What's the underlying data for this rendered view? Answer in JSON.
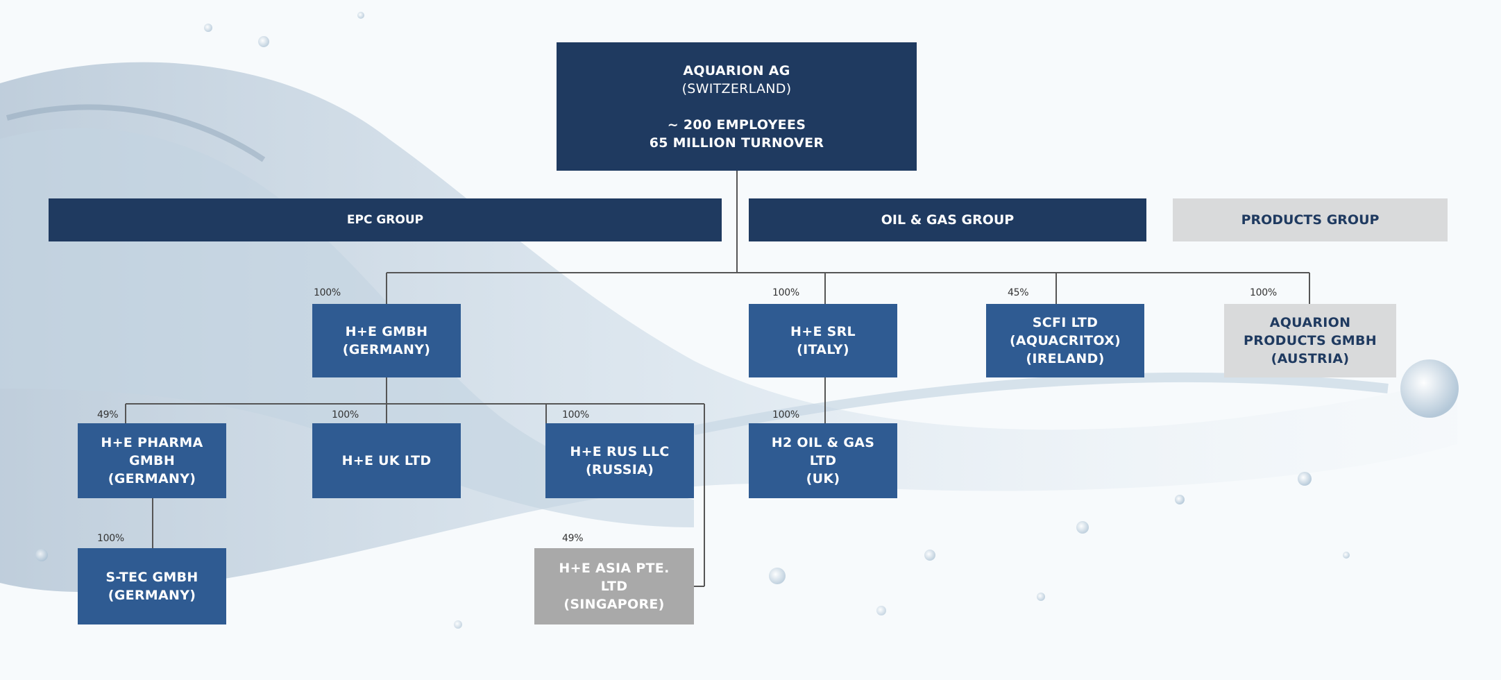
{
  "root": {
    "name": "AQUARION AG",
    "country": "(SWITZERLAND)",
    "employees": "~ 200 EMPLOYEES",
    "turnover": "65 MILLION TURNOVER"
  },
  "groups": {
    "epc": "EPC GROUP",
    "oil_gas": "OIL & GAS GROUP",
    "products": "PRODUCTS GROUP"
  },
  "companies": {
    "he_gmbh": {
      "lines": [
        "H+E GMBH",
        "(GERMANY)"
      ],
      "pct": "100%"
    },
    "he_srl": {
      "lines": [
        "H+E SRL",
        "(ITALY)"
      ],
      "pct": "100%"
    },
    "scfi": {
      "lines": [
        "SCFI LTD",
        "(AQUACRITOX)",
        "(IRELAND)"
      ],
      "pct": "45%"
    },
    "aquarion_products": {
      "lines": [
        "AQUARION",
        "PRODUCTS GMBH",
        "(AUSTRIA)"
      ],
      "pct": "100%"
    },
    "he_pharma": {
      "lines": [
        "H+E PHARMA",
        "GMBH",
        "(GERMANY)"
      ],
      "pct": "49%"
    },
    "he_uk": {
      "lines": [
        "H+E UK LTD"
      ],
      "pct": "100%"
    },
    "he_rus": {
      "lines": [
        "H+E RUS LLC",
        "(RUSSIA)"
      ],
      "pct": "100%"
    },
    "h2_oil_gas": {
      "lines": [
        "H2 OIL & GAS",
        "LTD",
        "(UK)"
      ],
      "pct": "100%"
    },
    "stec": {
      "lines": [
        "S-TEC GMBH",
        "(GERMANY)"
      ],
      "pct": "100%"
    },
    "he_asia": {
      "lines": [
        "H+E ASIA PTE.",
        "LTD",
        "(SINGAPORE)"
      ],
      "pct": "49%"
    }
  },
  "colors": {
    "dark_navy": "#1f3a60",
    "medium_blue": "#2f5b92",
    "grey": "#a9a9a9",
    "light_grey": "#d9dadb",
    "connector": "#555555"
  }
}
